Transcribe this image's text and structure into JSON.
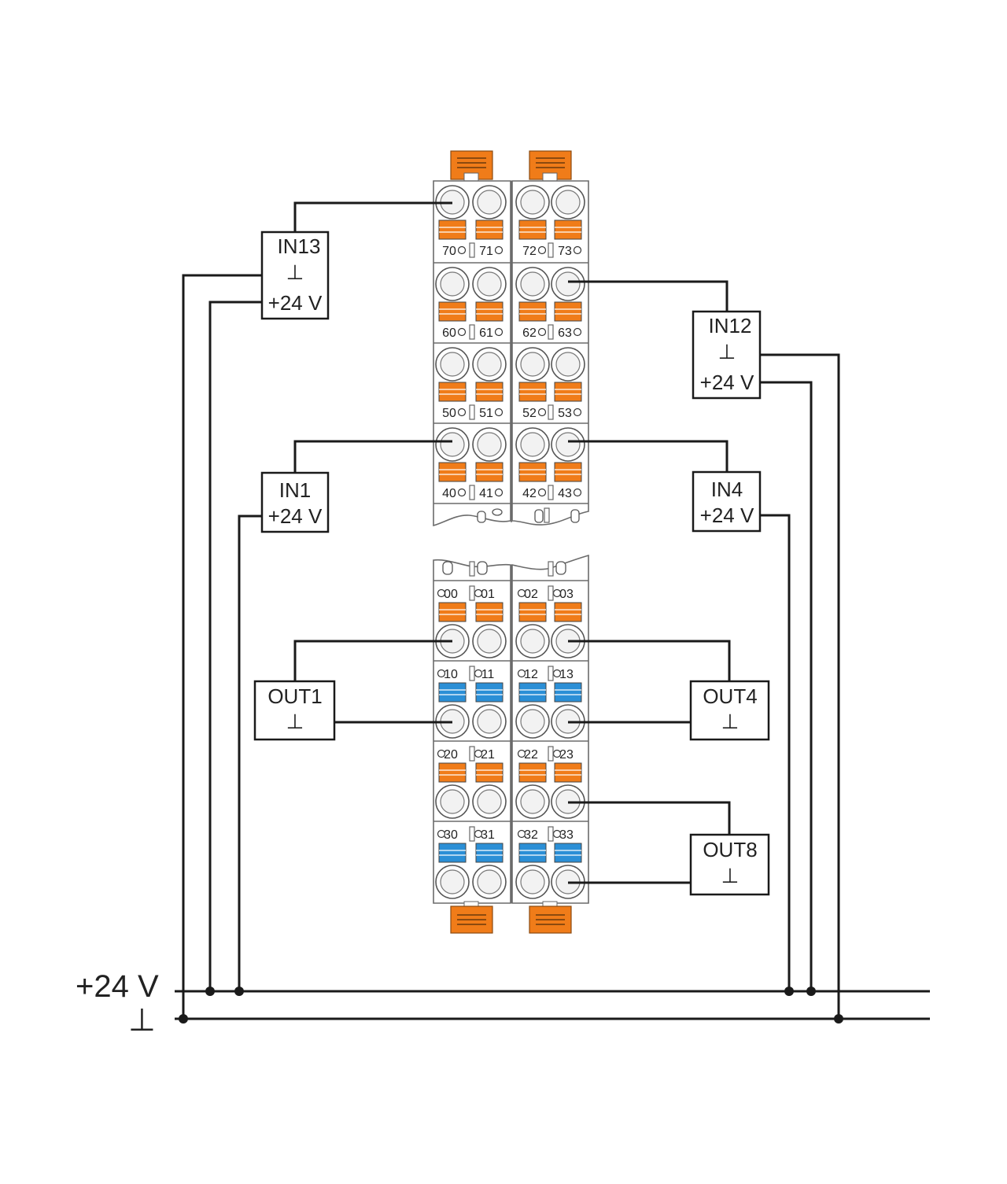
{
  "rails": {
    "plus24_label": "+24 V",
    "ground_label": "⊥"
  },
  "colors": {
    "wire": "#1a1a1a",
    "orange_lever": "#f07c19",
    "blue_lever": "#2b8fd6",
    "housing_stroke": "#6b6b6b"
  },
  "devices": {
    "in13": {
      "name": "IN13",
      "ground": "⊥",
      "supply": "+24 V"
    },
    "in12": {
      "name": "IN12",
      "ground": "⊥",
      "supply": "+24 V"
    },
    "in1": {
      "name": "IN1",
      "supply": "+24 V"
    },
    "in4": {
      "name": "IN4",
      "supply": "+24 V"
    },
    "out1": {
      "name": "OUT1",
      "ground": "⊥"
    },
    "out4": {
      "name": "OUT4",
      "ground": "⊥"
    },
    "out8": {
      "name": "OUT8",
      "ground": "⊥"
    }
  },
  "upper_module": {
    "row_70": [
      "70",
      "71",
      "72",
      "73"
    ],
    "row_60": [
      "60",
      "61",
      "62",
      "63"
    ],
    "row_50": [
      "50",
      "51",
      "52",
      "53"
    ],
    "row_40": [
      "40",
      "41",
      "42",
      "43"
    ]
  },
  "lower_module": {
    "row_00": [
      "00",
      "01",
      "02",
      "03"
    ],
    "row_10": [
      "10",
      "11",
      "12",
      "13"
    ],
    "row_20": [
      "20",
      "21",
      "22",
      "23"
    ],
    "row_30": [
      "30",
      "31",
      "32",
      "33"
    ]
  },
  "lever_colors": {
    "upper": [
      "orange",
      "orange",
      "orange",
      "orange"
    ],
    "lower": [
      "orange",
      "blue",
      "orange",
      "blue"
    ]
  }
}
